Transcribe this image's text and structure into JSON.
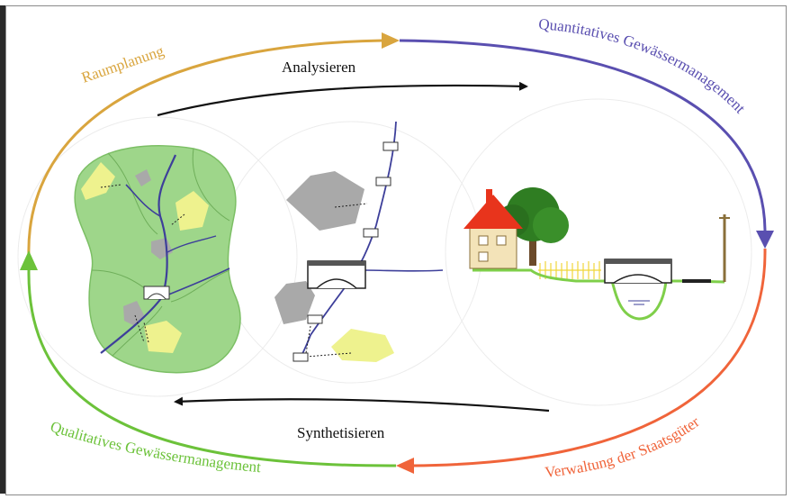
{
  "diagram": {
    "labels": {
      "raumplanung": "Raumplanung",
      "quantitativ": "Quantitatives Gewässermanagement",
      "verwaltung": "Verwaltung der Staatsgüter",
      "qualitativ": "Qualitatives Gewässermanagement",
      "analysieren": "Analysieren",
      "synthetisieren": "Synthetisieren"
    },
    "colors": {
      "raumplanung": "#d9a53e",
      "quantitativ": "#5a4fb0",
      "verwaltung": "#f0643a",
      "qualitativ": "#6cc23a",
      "arrow_black": "#111111",
      "catchment_fill": "#9ed68a",
      "river": "#3d3f9a",
      "polygon_gray": "#a9a9a9",
      "polygon_yellow": "#eef28e",
      "roof": "#e8341c",
      "house_wall": "#f3e3b8",
      "tree": "#2f7d22",
      "ground": "#7fcf4a"
    },
    "icons": [
      "catchment-map-icon",
      "river-network-icon",
      "house-icon",
      "tree-icon",
      "bridge-icon",
      "utility-pole-icon",
      "fence-icon"
    ]
  }
}
